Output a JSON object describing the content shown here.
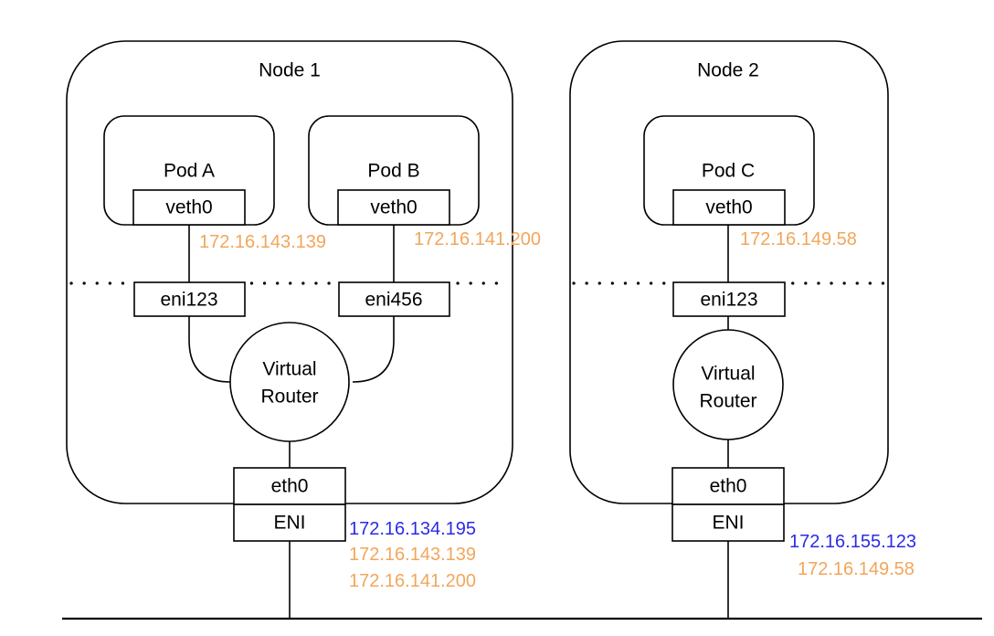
{
  "colors": {
    "stroke": "#000000",
    "pod_ip": "#F2A65A",
    "node_ip": "#2B2BE6",
    "background": "#FFFFFF"
  },
  "node1": {
    "title": "Node 1",
    "pod_a": {
      "label": "Pod A",
      "iface": "veth0",
      "ip": "172.16.143.139"
    },
    "pod_b": {
      "label": "Pod B",
      "iface": "veth0",
      "ip": "172.16.141.200"
    },
    "eni_left": "eni123",
    "eni_right": "eni456",
    "router": {
      "line1": "Virtual",
      "line2": "Router"
    },
    "eth": "eth0",
    "eni": "ENI",
    "primary_ip": "172.16.134.195",
    "secondary_ips": [
      "172.16.143.139",
      "172.16.141.200"
    ]
  },
  "node2": {
    "title": "Node 2",
    "pod_c": {
      "label": "Pod C",
      "iface": "veth0",
      "ip": "172.16.149.58"
    },
    "eni": "eni123",
    "router": {
      "line1": "Virtual",
      "line2": "Router"
    },
    "eth": "eth0",
    "eni_card": "ENI",
    "primary_ip": "172.16.155.123",
    "secondary_ips": [
      "172.16.149.58"
    ]
  }
}
